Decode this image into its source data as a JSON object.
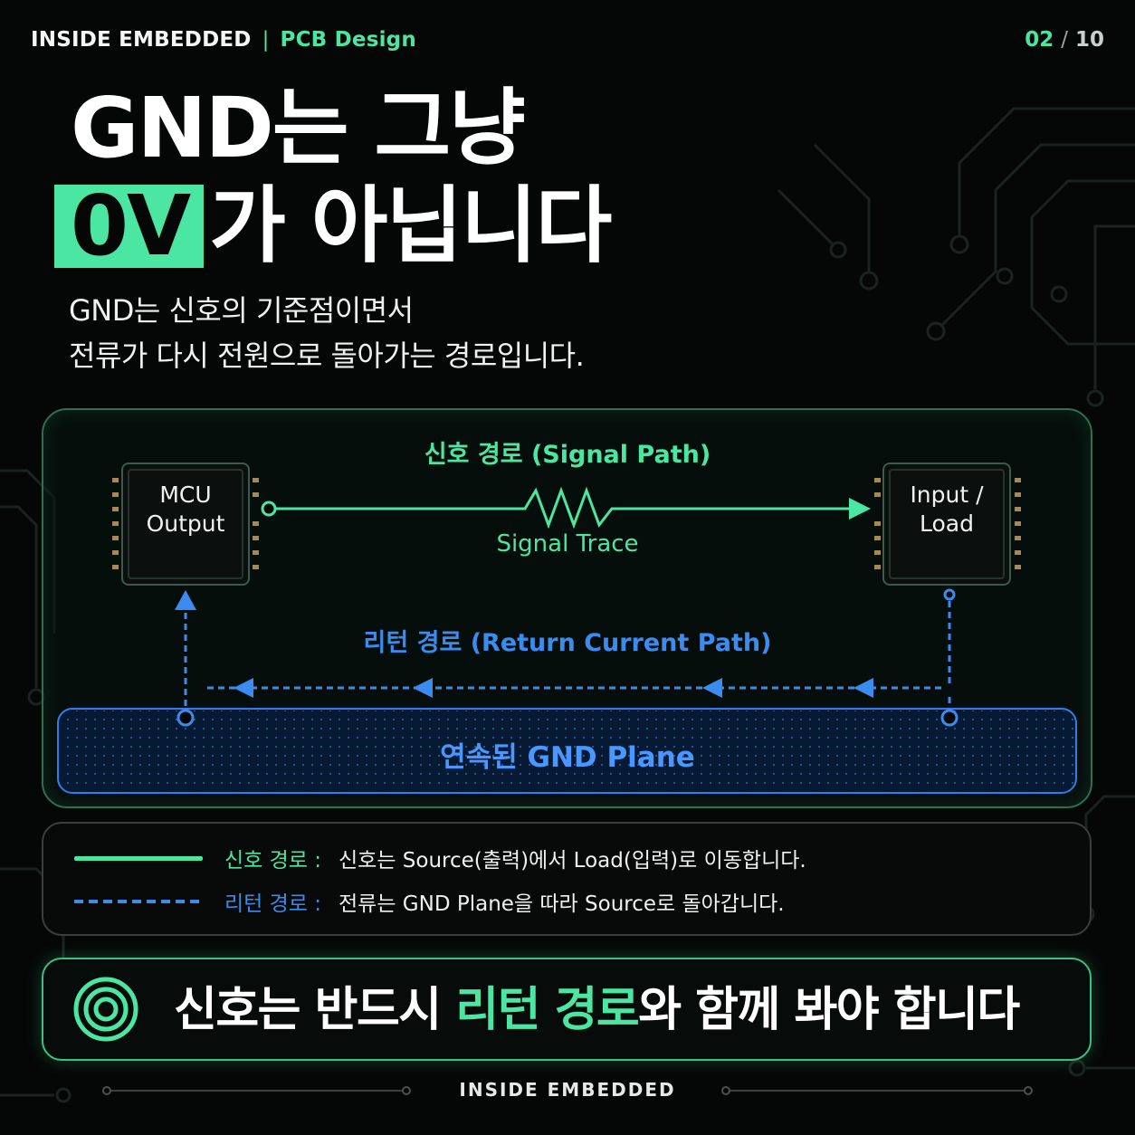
{
  "header": {
    "brand": "INSIDE EMBEDDED",
    "separator": "|",
    "section": "PCB Design",
    "page_current": "02",
    "page_separator": "/",
    "page_total": "10"
  },
  "title": {
    "line1": "GND는 그냥",
    "highlight": "0V",
    "line2_rest": "가 아닙니다"
  },
  "subtitle": {
    "line1": "GND는 신호의 기준점이면서",
    "line2": "전류가 다시 전원으로 돌아가는 경로입니다."
  },
  "diagram": {
    "signal_path_label": "신호 경로 (Signal Path)",
    "signal_trace_label": "Signal Trace",
    "return_path_label": "리턴 경로 (Return Current Path)",
    "mcu": {
      "line1": "MCU",
      "line2": "Output"
    },
    "load": {
      "line1": "Input /",
      "line2": "Load"
    },
    "gnd_plane_label": "연속된 GND Plane"
  },
  "legend": {
    "signal_key": "신호 경로 :",
    "signal_desc": "신호는 Source(출력)에서 Load(입력)로 이동합니다.",
    "return_key": "리턴 경로 :",
    "return_desc": "전류는 GND Plane을 따라 Source로 돌아갑니다."
  },
  "banner": {
    "pre": "신호는 반드시 ",
    "accent": "리턴 경로",
    "post": "와 함께 봐야 합니다"
  },
  "footer": {
    "brand": "INSIDE EMBEDDED"
  },
  "colors": {
    "accent_green": "#4be6a2",
    "accent_blue": "#3b8cf0",
    "background": "#050706"
  },
  "icons": [
    "target-icon",
    "resistor-icon",
    "arrow-right-icon",
    "arrow-left-icon",
    "arrow-up-icon"
  ]
}
